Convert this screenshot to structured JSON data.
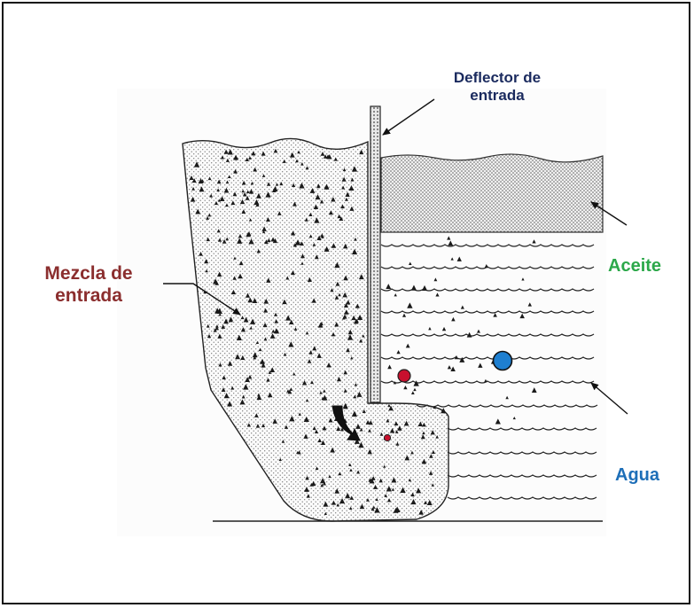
{
  "labels": {
    "deflector_line1": "Deflector de",
    "deflector_line2": "entrada",
    "mezcla_line1": "Mezcla de",
    "mezcla_line2": "entrada",
    "aceite": "Aceite",
    "agua": "Agua"
  },
  "colors": {
    "deflector_label": "#1a2a5e",
    "mezcla_label": "#8b2e2e",
    "aceite_label": "#2ca84a",
    "agua_label": "#1e6fb8",
    "droplet_red": "#c8102e",
    "droplet_blue": "#1e7fd0"
  },
  "icons": {
    "flow_arrow": "curved-down-arrow-icon",
    "leader_arrows": "arrow-icon"
  }
}
